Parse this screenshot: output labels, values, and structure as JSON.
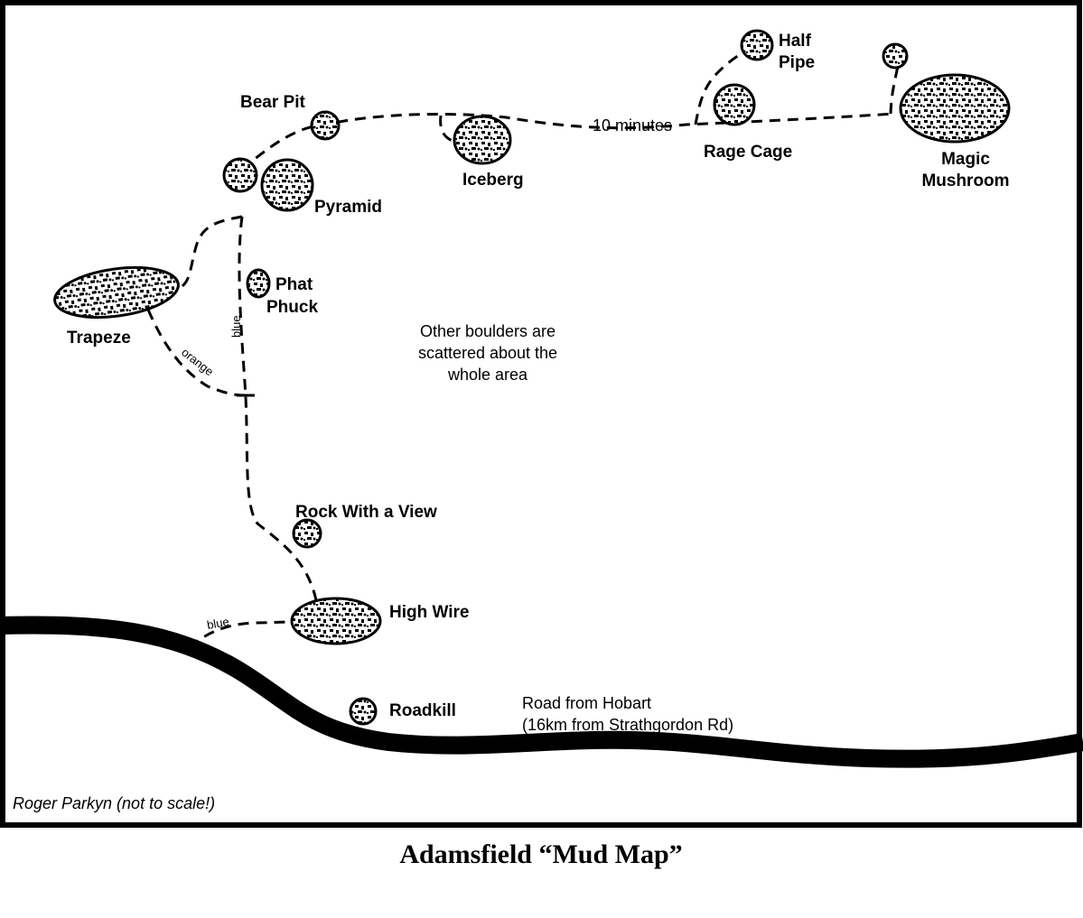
{
  "map": {
    "title": "Adamsfield “Mud Map”",
    "credit": "Roger Parkyn (not to scale!)",
    "note_lines": [
      "Other boulders are",
      "scattered about the",
      "whole area"
    ],
    "road_label_lines": [
      "Road from Hobart",
      "(16km from Strathgordon Rd)"
    ],
    "time_label": "10 minutes",
    "trail_labels": {
      "blue_vertical": "blue",
      "orange": "orange",
      "blue_road": "blue"
    },
    "boulders": [
      {
        "id": "bear-pit",
        "label_lines": [
          "Bear Pit"
        ]
      },
      {
        "id": "pyramid",
        "label_lines": [
          "Pyramid"
        ]
      },
      {
        "id": "iceberg",
        "label_lines": [
          "Iceberg"
        ]
      },
      {
        "id": "half-pipe",
        "label_lines": [
          "Half",
          "Pipe"
        ]
      },
      {
        "id": "rage-cage",
        "label_lines": [
          "Rage Cage"
        ]
      },
      {
        "id": "magic-mushroom",
        "label_lines": [
          "Magic",
          "Mushroom"
        ]
      },
      {
        "id": "trapeze",
        "label_lines": [
          "Trapeze"
        ]
      },
      {
        "id": "phat-phuck",
        "label_lines": [
          "Phat",
          "Phuck"
        ]
      },
      {
        "id": "rock-with-a-view",
        "label_lines": [
          "Rock With a View"
        ]
      },
      {
        "id": "high-wire",
        "label_lines": [
          "High Wire"
        ]
      },
      {
        "id": "roadkill",
        "label_lines": [
          "Roadkill"
        ]
      }
    ]
  }
}
